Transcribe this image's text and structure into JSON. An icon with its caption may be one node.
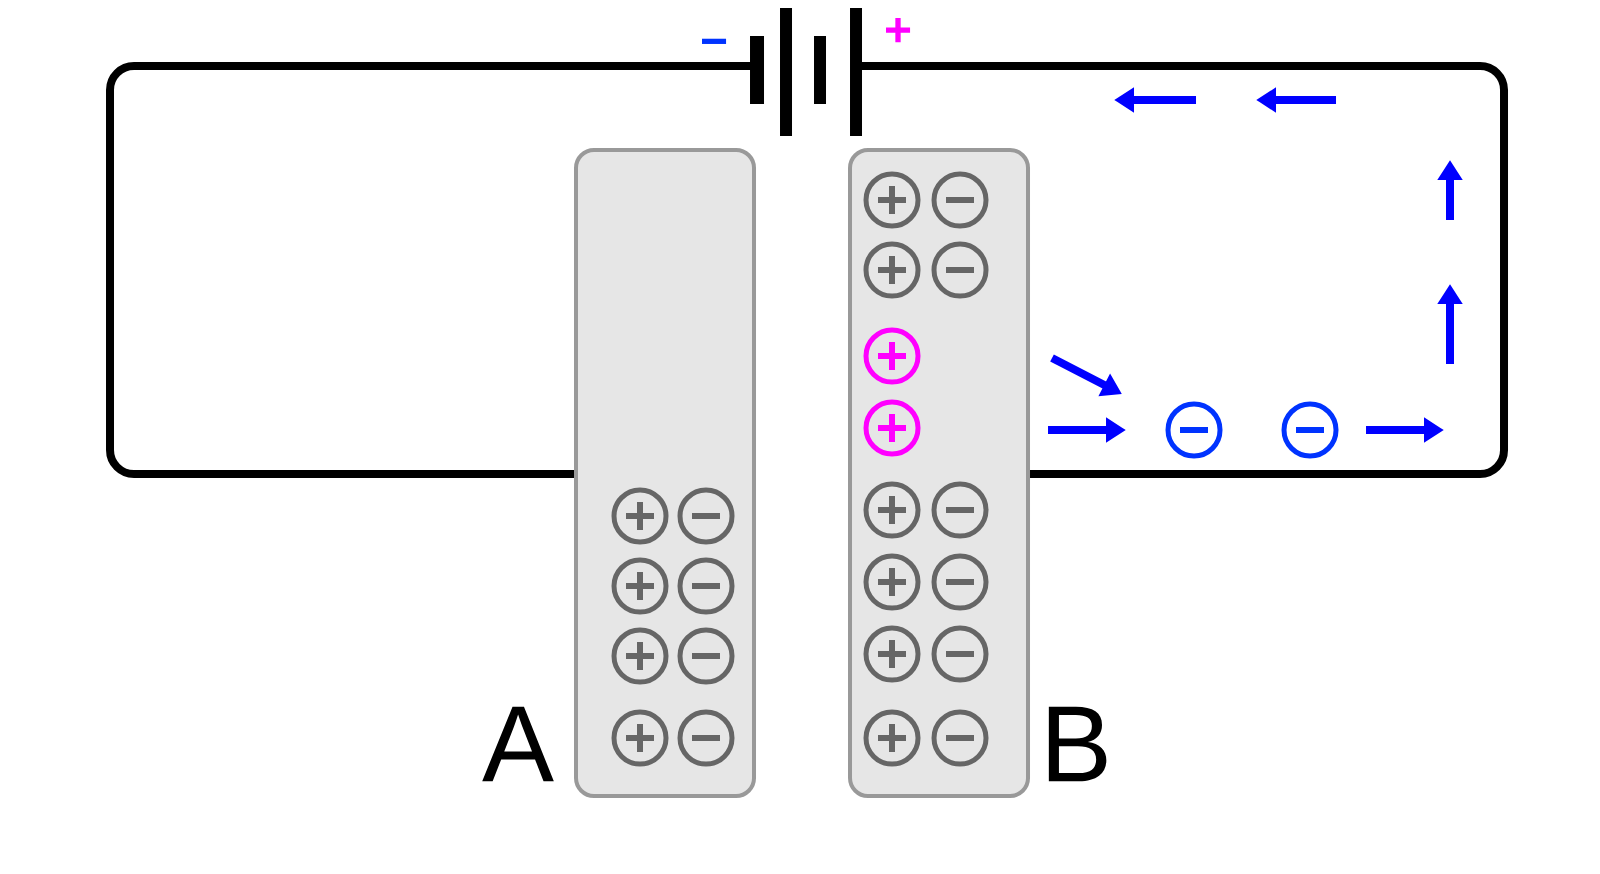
{
  "diagram": {
    "nodes": [
      {
        "text": [],
        "shape": "picture",
        "beside": [
          "−",
          "+"
        ]
      },
      {
        "text": [],
        "shape": "box",
        "beside": [
          "A"
        ]
      },
      {
        "text": [],
        "shape": "box",
        "beside": [
          "B"
        ]
      }
    ],
    "edges": [
      {
        "from": 0,
        "to": 1,
        "arrow": "none"
      },
      {
        "from": 0,
        "to": 2,
        "arrow": "none"
      }
    ]
  }
}
